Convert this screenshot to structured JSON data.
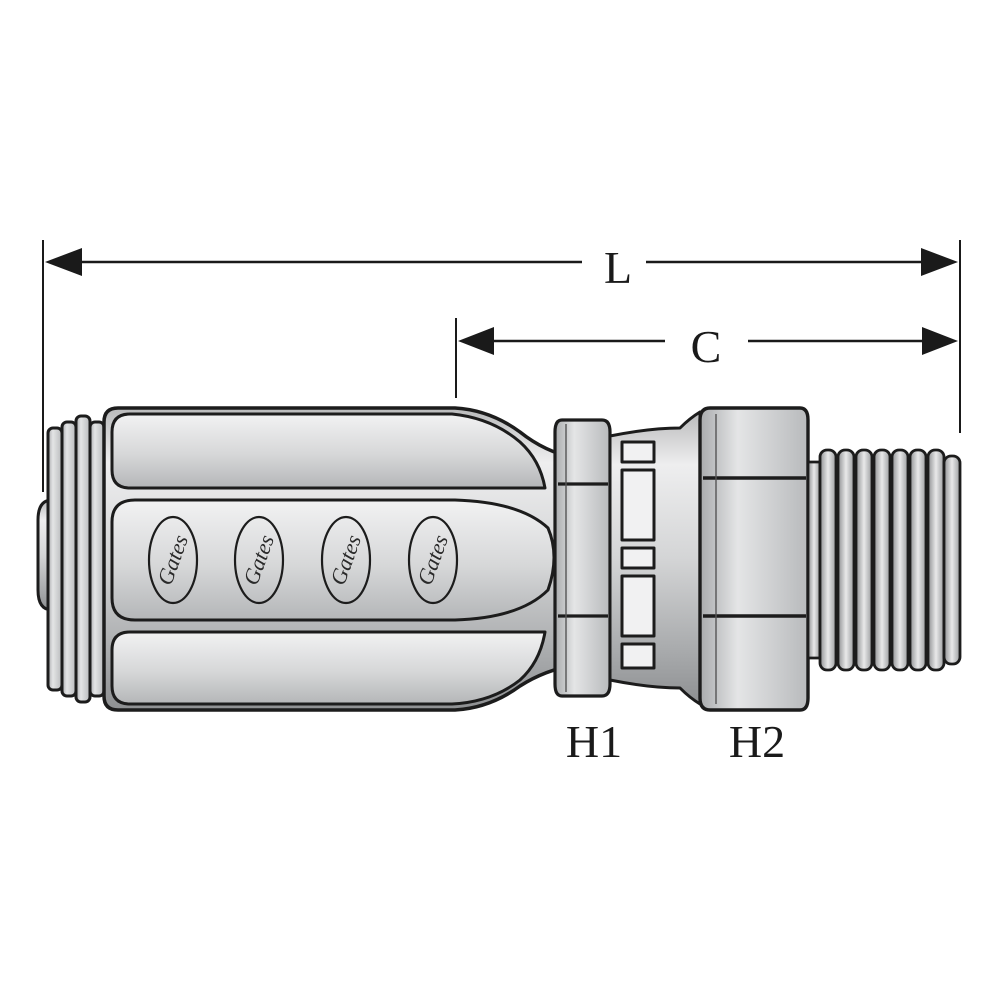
{
  "dimensions": {
    "overall_length": "L",
    "cut_off": "C",
    "hex1": "H1",
    "hex2": "H2"
  },
  "logo": {
    "text": "Gates"
  },
  "colors": {
    "metal_light": "#e6e7e8",
    "metal_mid": "#c9cacb",
    "metal_dark": "#9fa1a3",
    "outline": "#1c1c1c"
  }
}
